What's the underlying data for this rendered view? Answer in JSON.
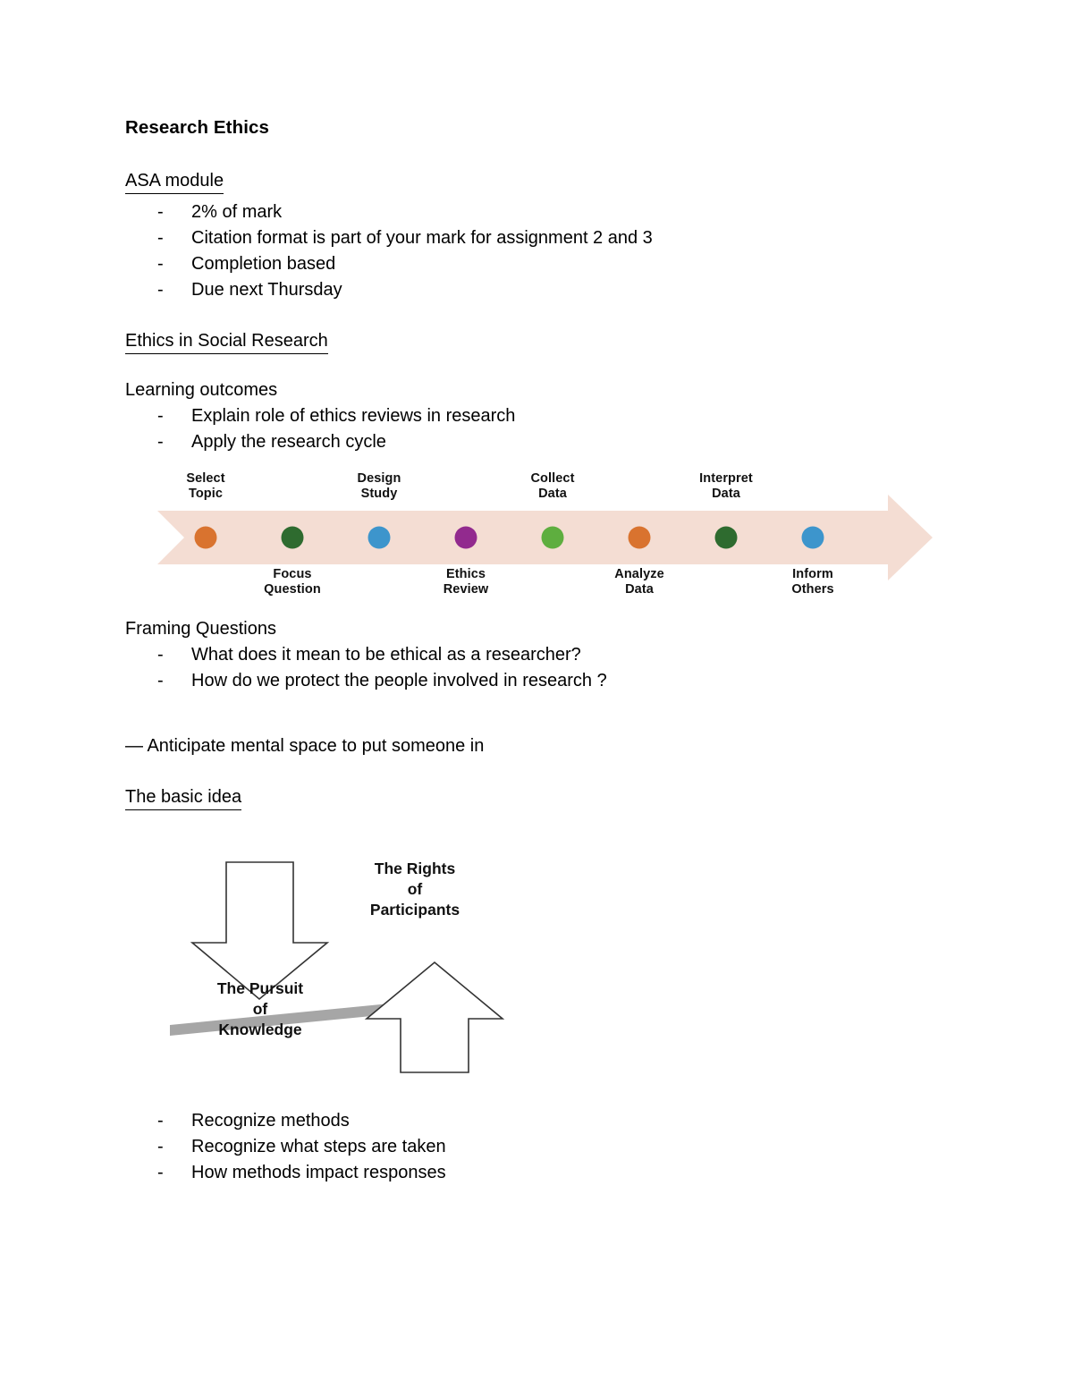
{
  "document": {
    "title": "Research Ethics"
  },
  "sections": {
    "asa": {
      "heading": "ASA module",
      "bullets": [
        "2% of mark",
        "Citation format is part of your mark for assignment 2 and 3",
        "Completion based",
        "Due next Thursday"
      ]
    },
    "ethics_social_research": {
      "heading": "Ethics in Social Research",
      "learning_outcomes_label": "Learning outcomes",
      "learning_outcomes": [
        "Explain role of ethics reviews in research",
        "Apply the research cycle"
      ]
    },
    "framing": {
      "heading": "Framing Questions",
      "bullets": [
        "What does it mean to be ethical as a researcher?",
        "How do we protect the people involved in research ?"
      ],
      "note": "— Anticipate mental space to put someone in"
    },
    "basic_idea": {
      "heading": "The basic idea",
      "bullets": [
        "Recognize methods",
        "Recognize what steps are taken",
        "How methods impact responses"
      ]
    }
  },
  "research_cycle_figure": {
    "band_color": "#F4DDD3",
    "steps": [
      {
        "line1": "Select",
        "line2": "Topic",
        "position": "top",
        "dot_color": "#D9732F"
      },
      {
        "line1": "Focus",
        "line2": "Question",
        "position": "bottom",
        "dot_color": "#2E6B2F"
      },
      {
        "line1": "Design",
        "line2": "Study",
        "position": "top",
        "dot_color": "#3D95CC"
      },
      {
        "line1": "Ethics",
        "line2": "Review",
        "position": "bottom",
        "dot_color": "#922A8E"
      },
      {
        "line1": "Collect",
        "line2": "Data",
        "position": "top",
        "dot_color": "#5EAE3F"
      },
      {
        "line1": "Analyze",
        "line2": "Data",
        "position": "bottom",
        "dot_color": "#D9732F"
      },
      {
        "line1": "Interpret",
        "line2": "Data",
        "position": "top",
        "dot_color": "#2E6B2F"
      },
      {
        "line1": "Inform",
        "line2": "Others",
        "position": "bottom",
        "dot_color": "#3D95CC"
      }
    ]
  },
  "balance_figure": {
    "beam_color": "#A6A6A6",
    "down_arrow_name": "down-arrow",
    "up_arrow_name": "up-arrow",
    "rights": {
      "line1": "The Rights",
      "line2": "of",
      "line3": "Participants"
    },
    "pursuit": {
      "line1": "The Pursuit",
      "line2": "of",
      "line3": "Knowledge"
    }
  }
}
